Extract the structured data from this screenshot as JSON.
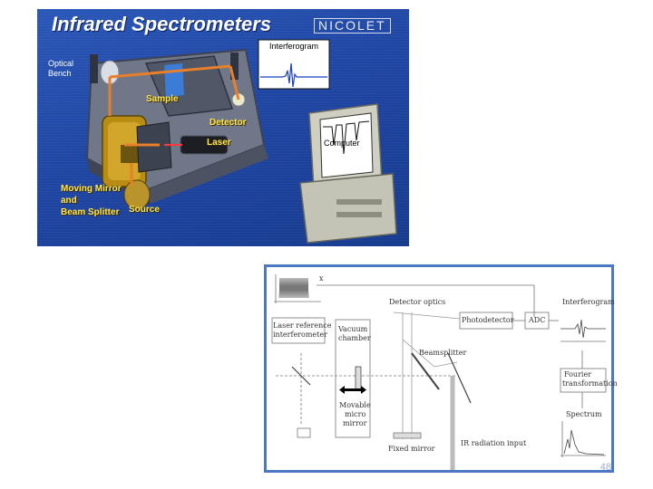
{
  "top": {
    "title": "Infrared Spectrometers",
    "brand": "NICOLET",
    "labels": {
      "optical_bench_1": "Optical",
      "optical_bench_2": "Bench",
      "sample": "Sample",
      "detector": "Detector",
      "laser": "Laser",
      "moving_mirror_1": "Moving Mirror",
      "moving_mirror_2": "and",
      "moving_mirror_3": "Beam Splitter",
      "source": "Source",
      "interferogram": "Interferogram",
      "computer": "Computer"
    }
  },
  "bottom": {
    "labels": {
      "detector_optics": "Detector optics",
      "interferogram": "Interferogram",
      "laser_ref_1": "Laser reference",
      "laser_ref_2": "interferometer",
      "vacuum_1": "Vacuum",
      "vacuum_2": "chamber",
      "photodetector": "Photodetector",
      "adc": "ADC",
      "beamsplitter": "Beamsplitter",
      "fourier_1": "Fourier",
      "fourier_2": "transformation",
      "movable_1": "Movable",
      "movable_2": "micro",
      "movable_3": "mirror",
      "spectrum": "Spectrum",
      "fixed_mirror": "Fixed mirror",
      "ir_input": "IR radiation input",
      "axis_x": "x"
    }
  },
  "page_number": "48",
  "colors": {
    "panel_blue": "#1f46a3",
    "label_yellow": "#ffe64a",
    "beam_orange": "#e8802a",
    "frame_blue": "#4a78c4"
  }
}
